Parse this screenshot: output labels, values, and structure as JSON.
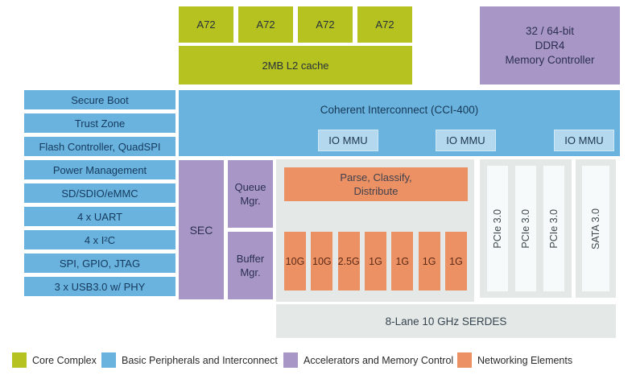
{
  "diagram": {
    "core_complex": {
      "cores": [
        "A72",
        "A72",
        "A72",
        "A72"
      ],
      "l2_cache": "2MB L2 cache"
    },
    "memory_controller": {
      "line1": "32 / 64-bit",
      "line2": "DDR4",
      "line3": "Memory Controller"
    },
    "peripherals": [
      "Secure Boot",
      "Trust Zone",
      "Flash Controller, QuadSPI",
      "Power Management",
      "SD/SDIO/eMMC",
      "4 x UART",
      "4 x I²C",
      "SPI, GPIO, JTAG",
      "3 x USB3.0 w/ PHY"
    ],
    "interconnect": {
      "label": "Coherent Interconnect (CCI-400)",
      "io_mmu": [
        "IO MMU",
        "IO MMU",
        "IO MMU"
      ]
    },
    "accelerators": {
      "sec": "SEC",
      "queue_mgr": "Queue Mgr.",
      "buffer_mgr": "Buffer Mgr."
    },
    "networking": {
      "parse_line1": "Parse, Classify,",
      "parse_line2": "Distribute",
      "ports": [
        "10G",
        "10G",
        "2.5G",
        "1G",
        "1G",
        "1G",
        "1G"
      ]
    },
    "serdes_lanes": {
      "pcie": [
        "PCIe 3.0",
        "PCIe 3.0",
        "PCIe 3.0"
      ],
      "sata": "SATA 3.0"
    },
    "serdes_bar": "8-Lane 10 GHz SERDES"
  },
  "legend": [
    {
      "label": "Core Complex",
      "color": "#b6c220"
    },
    {
      "label": "Basic Peripherals and Interconnect",
      "color": "#69b3de"
    },
    {
      "label": "Accelerators and Memory Control",
      "color": "#a796c6"
    },
    {
      "label": "Networking Elements",
      "color": "#eb9164"
    }
  ],
  "colors": {
    "core_complex": "#b6c220",
    "peripherals_interconnect": "#69b3de",
    "io_mmu_fill": "#b4d9ef",
    "accelerators_memory": "#a796c6",
    "networking": "#eb9164",
    "serdes_container": "#e4e8e7",
    "lane_fill": "#f7fafa",
    "text_navy": "#163a5e"
  }
}
